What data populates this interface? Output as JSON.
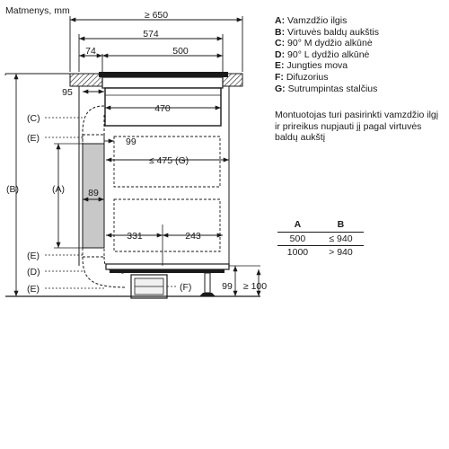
{
  "title": "Matmenys, mm",
  "legend": [
    {
      "key": "A:",
      "text": "Vamzdžio ilgis"
    },
    {
      "key": "B:",
      "text": "Virtuvės baldų aukštis"
    },
    {
      "key": "C:",
      "text": "90° M dydžio alkūnė"
    },
    {
      "key": "D:",
      "text": "90° L dydžio alkūnė"
    },
    {
      "key": "E:",
      "text": "Jungties mova"
    },
    {
      "key": "F:",
      "text": "Difuzorius"
    },
    {
      "key": "G:",
      "text": "Sutrumpintas stalčius"
    }
  ],
  "note": "Montuotojas turi pasirinkti vamzdžio ilgį ir prireikus nupjauti jį pagal virtuvės baldų aukštį",
  "table": {
    "headers": [
      "A",
      "B"
    ],
    "rows": [
      [
        "500",
        "≤ 940"
      ],
      [
        "1000",
        "> 940"
      ]
    ]
  },
  "dims": {
    "d650": "≥ 650",
    "d574": "574",
    "d74": "74",
    "d500": "500",
    "d95": "95",
    "d470": "470",
    "d99a": "99",
    "d475": "≤ 475 (G)",
    "d89": "89",
    "d331": "331",
    "d243": "243",
    "d99b": "99",
    "d100": "≥ 100"
  },
  "labels": {
    "C": "(C)",
    "E1": "(E)",
    "A": "(A)",
    "B": "(B)",
    "E2": "(E)",
    "D": "(D)",
    "E3": "(E)",
    "F": "(F)"
  }
}
